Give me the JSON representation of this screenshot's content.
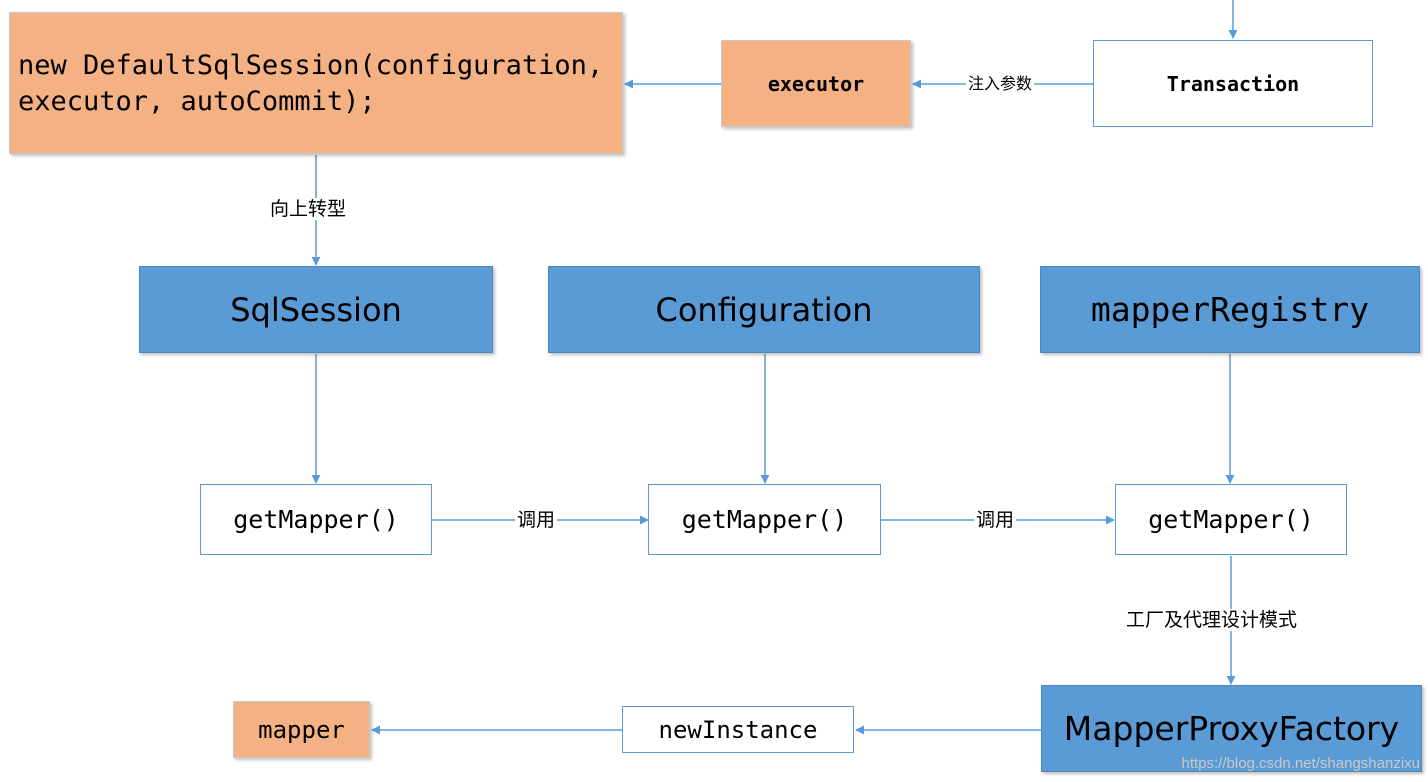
{
  "nodes": {
    "default_sql_session": "new DefaultSqlSession(configuration,\nexecutor, autoCommit);",
    "executor": "executor",
    "transaction": "Transaction",
    "sqlsession": "SqlSession",
    "configuration": "Configuration",
    "mapper_registry": "mapperRegistry",
    "get_mapper_1": "getMapper()",
    "get_mapper_2": "getMapper()",
    "get_mapper_3": "getMapper()",
    "mapper_proxy_factory": "MapperProxyFactory",
    "new_instance": "newInstance",
    "mapper": "mapper"
  },
  "edges": {
    "inject_params": "注入参数",
    "upcast": "向上转型",
    "invoke_1": "调用",
    "invoke_2": "调用",
    "factory_proxy_pattern": "工厂及代理设计模式"
  },
  "colors": {
    "orange": "#f4b183",
    "blue": "#5b9bd5",
    "arrow": "#5b9bd5"
  },
  "watermark": "https://blog.csdn.net/shangshanzixu"
}
